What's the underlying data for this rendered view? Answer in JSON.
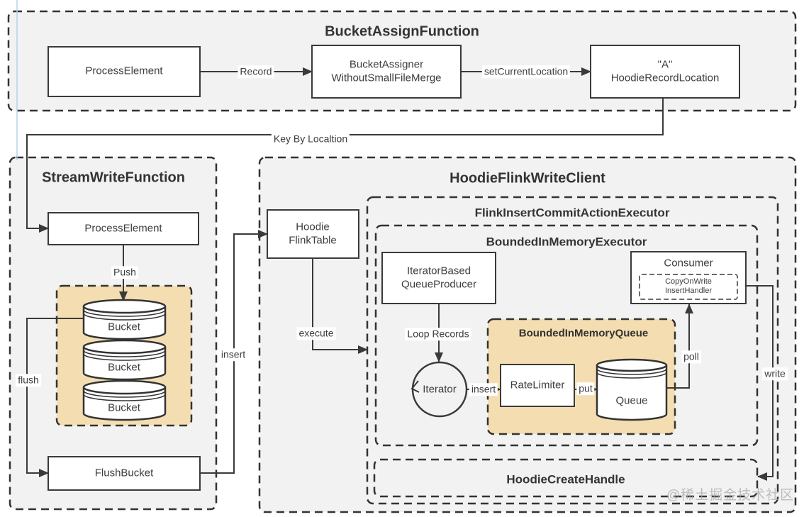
{
  "diagram": {
    "bucket_assign_function": {
      "title": "BucketAssignFunction",
      "process_element": "ProcessElement",
      "record_label": "Record",
      "bucket_assigner_line1": "BucketAssigner",
      "bucket_assigner_line2": "WithoutSmallFileMerge",
      "set_current_location_label": "setCurrentLocation",
      "hoodie_record_location_line1": "\"A\"",
      "hoodie_record_location_line2": "HoodieRecordLocation"
    },
    "key_by_location_label": "Key By Localtion",
    "stream_write_function": {
      "title": "StreamWriteFunction",
      "process_element": "ProcessElement",
      "push_label": "Push",
      "buckets": [
        "Bucket",
        "Bucket",
        "Bucket"
      ],
      "flush_label": "flush",
      "flush_bucket": "FlushBucket"
    },
    "insert_label": "insert",
    "hoodie_flink_write_client": {
      "title": "HoodieFlinkWriteClient",
      "flink_table_line1": "Hoodie",
      "flink_table_line2": "FlinkTable",
      "execute_label": "execute",
      "flink_insert_commit_action_executor": {
        "title": "FlinkInsertCommitActionExecutor",
        "bounded_in_memory_executor": {
          "title": "BoundedInMemoryExecutor",
          "queue_producer_line1": "IteratorBased",
          "queue_producer_line2": "QueueProducer",
          "loop_records_label": "Loop Records",
          "iterator_label": "Iterator",
          "insert_label": "insert",
          "rate_limiter": "RateLimiter",
          "bounded_in_memory_queue": {
            "title": "BoundedInMemoryQueue",
            "put_label": "put",
            "queue_label": "Queue"
          },
          "poll_label": "poll",
          "consumer": {
            "title": "Consumer",
            "handler_line1": "CopyOnWrite",
            "handler_line2": "InsertHandler"
          }
        },
        "hoodie_create_handle": "HoodieCreateHandle"
      },
      "write_label": "write"
    },
    "watermark": "@稀土掘金技术社区"
  },
  "colors": {
    "line": "#3a3a3a",
    "container_fill": "#f2f2f2",
    "highlight_fill": "#f4deb1",
    "box_fill": "#ffffff",
    "text": "#3d3d3d",
    "watermark": "#ababab",
    "guide_line": "#b7d3e8"
  }
}
